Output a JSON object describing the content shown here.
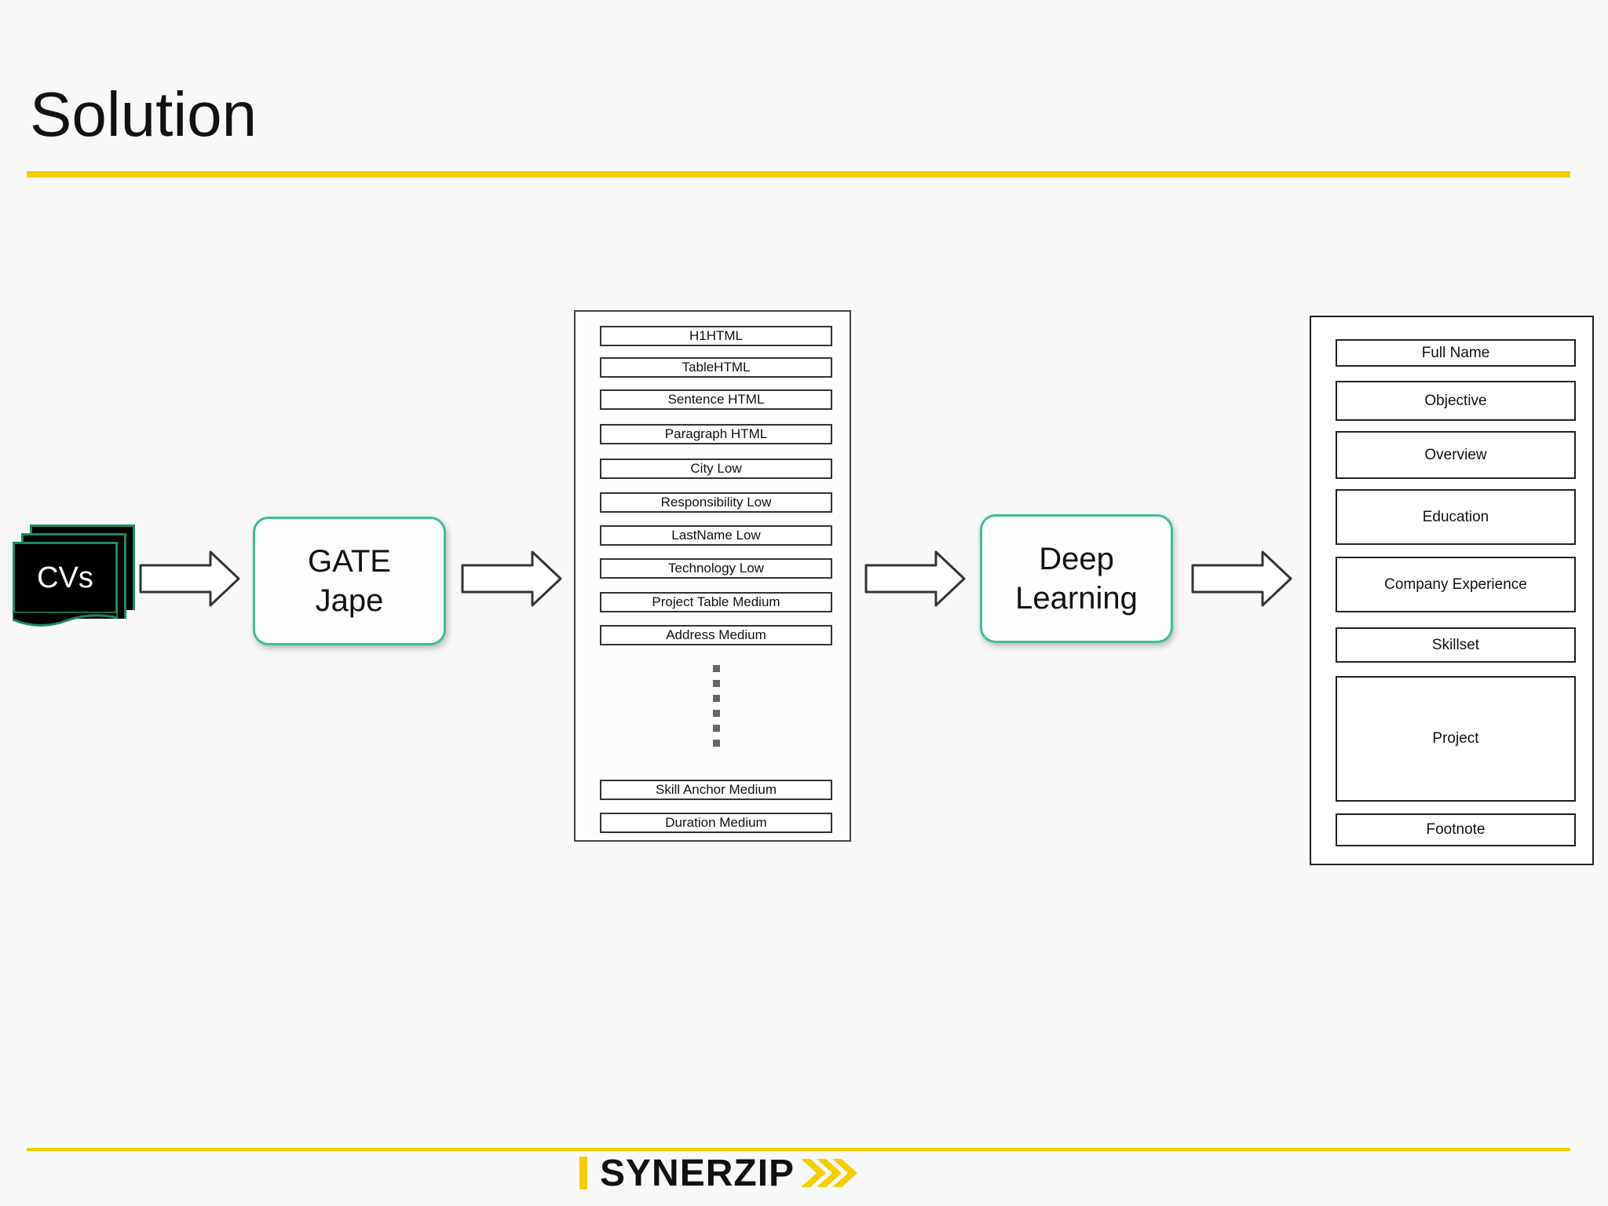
{
  "slide": {
    "title": "Solution"
  },
  "diagram": {
    "input_label": "CVs",
    "gate_box": {
      "line1": "GATE",
      "line2": "Jape"
    },
    "deep_box": {
      "line1": "Deep",
      "line2": "Learning"
    },
    "tokens": [
      "H1HTML",
      "TableHTML",
      "Sentence HTML",
      "Paragraph HTML",
      "City Low",
      "Responsibility Low",
      "LastName Low",
      "Technology Low",
      "Project Table Medium",
      "Address Medium",
      "Skill Anchor Medium",
      "Duration Medium"
    ],
    "sections": [
      "Full Name",
      "Objective",
      "Overview",
      "Education",
      "Company Experience",
      "Skillset",
      "Project",
      "Footnote"
    ]
  },
  "footer": {
    "logo_text": "SYNERZIP"
  },
  "colors": {
    "accent_yellow": "#f6cd00",
    "box_border_green": "#3cbf93",
    "cv_border_green": "#1e8a5e"
  }
}
